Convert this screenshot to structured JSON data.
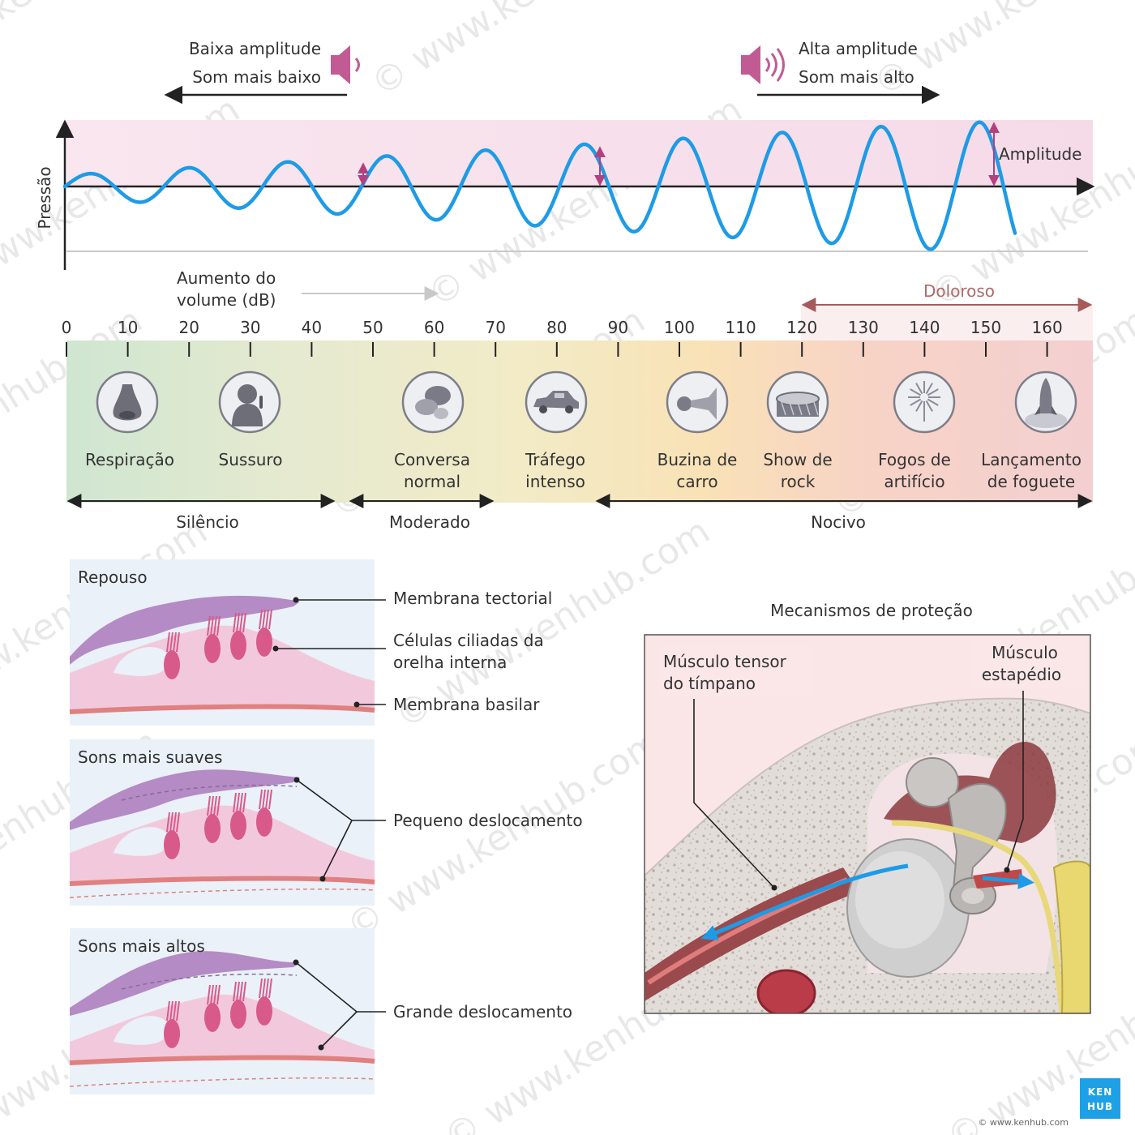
{
  "top": {
    "low": {
      "line1": "Baixa amplitude",
      "line2": "Som mais baixo"
    },
    "high": {
      "line1": "Alta amplitude",
      "line2": "Som mais alto"
    },
    "ylabel": "Pressão",
    "amplitude_label": "Amplitude"
  },
  "scale": {
    "title_line1": "Aumento do",
    "title_line2": "volume (dB)",
    "painful": "Doloroso",
    "ticks": [
      "0",
      "10",
      "20",
      "30",
      "40",
      "50",
      "60",
      "70",
      "80",
      "90",
      "100",
      "110",
      "120",
      "130",
      "140",
      "150",
      "160"
    ],
    "sources": [
      {
        "icon": "nose-icon",
        "line1": "Respiração",
        "line2": ""
      },
      {
        "icon": "whisper-icon",
        "line1": "Sussuro",
        "line2": ""
      },
      {
        "icon": "speech-bubbles-icon",
        "line1": "Conversa",
        "line2": "normal"
      },
      {
        "icon": "car-icon",
        "line1": "Tráfego",
        "line2": "intenso"
      },
      {
        "icon": "horn-icon",
        "line1": "Buzina de",
        "line2": "carro"
      },
      {
        "icon": "drum-icon",
        "line1": "Show de",
        "line2": "rock"
      },
      {
        "icon": "fireworks-icon",
        "line1": "Fogos de",
        "line2": "artifício"
      },
      {
        "icon": "rocket-icon",
        "line1": "Lançamento",
        "line2": "de foguete"
      }
    ],
    "ranges": [
      "Silêncio",
      "Moderado",
      "Nocivo"
    ]
  },
  "cochlea": {
    "panels": [
      "Repouso",
      "Sons mais suaves",
      "Sons mais altos"
    ],
    "labels": {
      "tectorial": "Membrana tectorial",
      "hair1": "Células ciliadas da",
      "hair2": "orelha interna",
      "basilar": "Membrana basilar",
      "small": "Pequeno deslocamento",
      "large": "Grande deslocamento"
    }
  },
  "protection": {
    "title": "Mecanismos de proteção",
    "tensor1": "Músculo tensor",
    "tensor2": "do tímpano",
    "stapedius1": "Músculo",
    "stapedius2": "estapédio"
  },
  "watermark": "© www.kenhub.com",
  "copyright": "© www.kenhub.com",
  "logo": {
    "line1": "KEN",
    "line2": "HUB"
  },
  "colors": {
    "wave": "#1e9be6",
    "magenta": "#b0427f",
    "painful": "#a85a5a",
    "logo": "#1ea0e6"
  }
}
